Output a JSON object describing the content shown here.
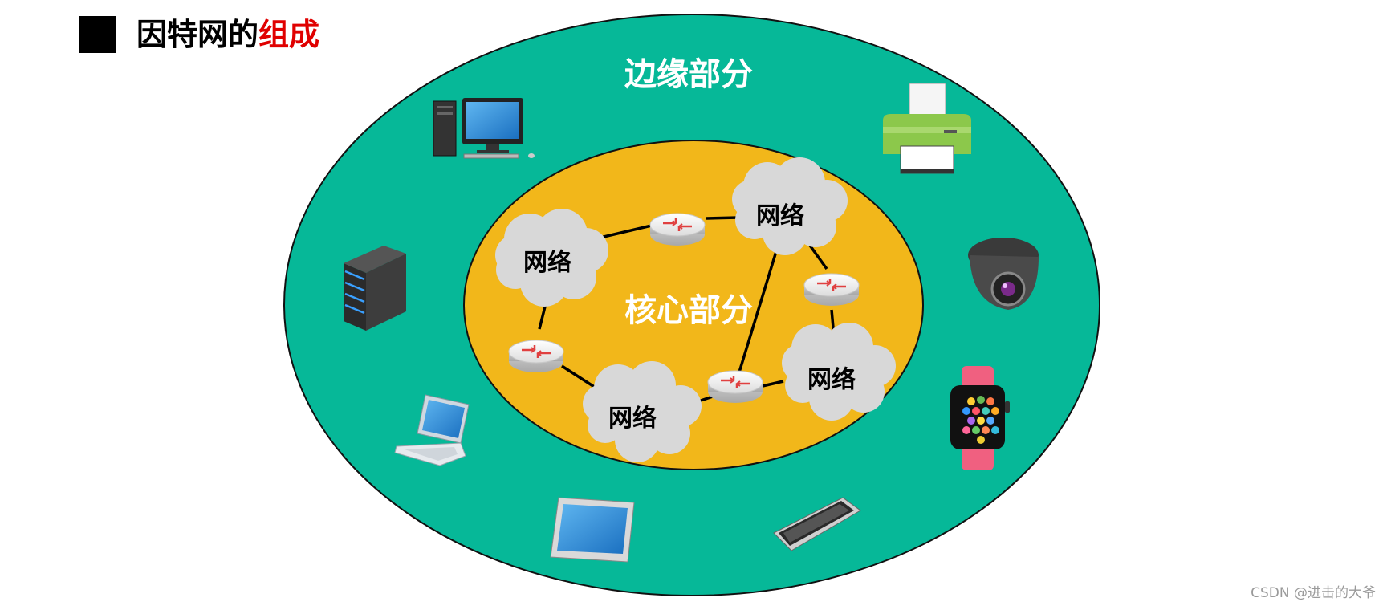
{
  "title": {
    "main": "因特网的",
    "accent": "组成"
  },
  "edge_label": "边缘部分",
  "core_label": "核心部分",
  "network_label": "网络",
  "watermark": "CSDN @进击的大爷",
  "colors": {
    "edge": "#06b898",
    "core": "#f2b71a",
    "cloud": "#d8d8d8",
    "accent_text": "#e00000"
  },
  "devices": [
    "desktop-computer",
    "printer",
    "server",
    "security-camera",
    "laptop",
    "smartwatch",
    "tablet",
    "smartphone"
  ],
  "core_nodes": [
    "network-cloud",
    "router"
  ]
}
